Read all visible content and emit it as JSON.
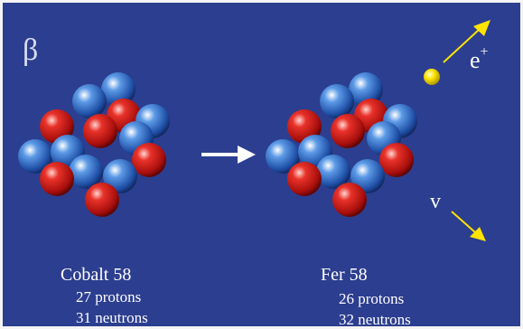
{
  "symbols": {
    "beta": "β",
    "positron": "e",
    "positron_charge": "+",
    "neutrino": "v"
  },
  "before": {
    "name": "Cobalt 58",
    "protons": "27 protons",
    "neutrons": "31 neutrons"
  },
  "after": {
    "name": "Fer 58",
    "protons": "26 protons",
    "neutrons": "32 neutrons"
  },
  "colors": {
    "background": "#2c3e8f",
    "proton": "#d8201c",
    "neutron": "#3d7fd6",
    "positron": "#ffe400",
    "emission_arrow": "#ffe400",
    "reaction_arrow": "#ffffff"
  }
}
